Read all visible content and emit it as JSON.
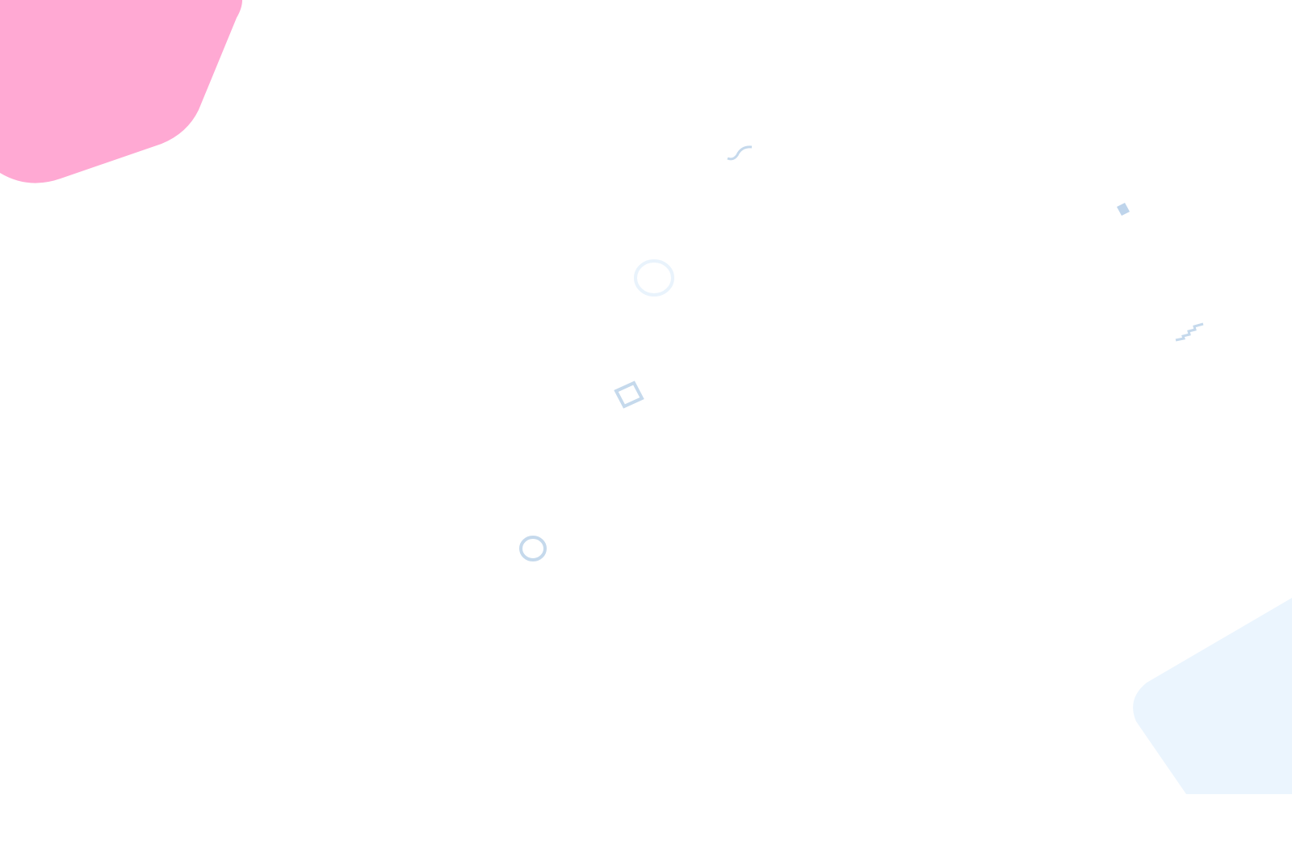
{
  "canvas": {
    "background": "#ffffff"
  },
  "shapes": [
    {
      "name": "pink-blob-shape",
      "kind": "blob",
      "color": "#ffa9d3"
    },
    {
      "name": "light-blue-blob-shape",
      "kind": "blob",
      "color": "#ebf5fe"
    },
    {
      "name": "squiggle-icon",
      "kind": "squiggle",
      "color": "#c5d9ec"
    },
    {
      "name": "small-diamond-icon",
      "kind": "filled-diamond",
      "color": "#bed4eb"
    },
    {
      "name": "large-ring-icon",
      "kind": "ring",
      "color": "#e9f3fc"
    },
    {
      "name": "zigzag-icon",
      "kind": "zigzag",
      "color": "#c5d9ec"
    },
    {
      "name": "outline-diamond-icon",
      "kind": "outline-diamond",
      "color": "#c5d9ec"
    },
    {
      "name": "small-ring-icon",
      "kind": "ring",
      "color": "#c5d9ec"
    }
  ]
}
